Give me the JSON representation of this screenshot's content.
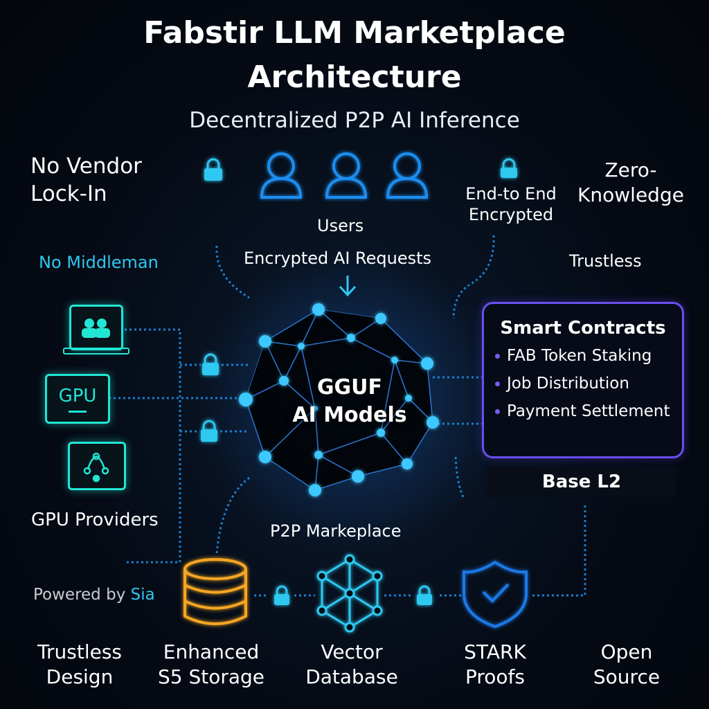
{
  "title_line1": "Fabstir LLM Marketplace",
  "title_line2": "Architecture",
  "subtitle": "Decentralized P2P AI Inference",
  "features": {
    "no_vendor_lockin_1": "No Vendor",
    "no_vendor_lockin_2": "Lock-In",
    "no_middleman": "No Middleman",
    "e2e_1": "End-to End",
    "e2e_2": "Encrypted",
    "zk_1": "Zero-",
    "zk_2": "Knowledge",
    "trustless": "Trustless"
  },
  "users": {
    "label": "Users",
    "requests": "Encrypted AI Requests"
  },
  "providers": {
    "gpu_label": "GPU",
    "label": "GPU Providers"
  },
  "core": {
    "line1": "GGUF",
    "line2": "AI Models",
    "marketplace": "P2P Markeplace"
  },
  "smart_contracts": {
    "title": "Smart Contracts",
    "items": [
      "FAB Token Staking",
      "Job Distribution",
      "Payment Settlement"
    ],
    "chain": "Base L2"
  },
  "powered_by": {
    "prefix": "Powered by ",
    "brand": "Sia"
  },
  "bottom": {
    "trustless_1": "Trustless",
    "trustless_2": "Design",
    "storage_1": "Enhanced",
    "storage_2": "S5 Storage",
    "vector_1": "Vector",
    "vector_2": "Database",
    "stark_1": "STARK",
    "stark_2": "Proofs",
    "open_1": "Open",
    "open_2": "Source"
  },
  "colors": {
    "cyan": "#2ec8f0",
    "teal": "#22e6d4",
    "purple": "#6a4ff0",
    "blue": "#1e78e6",
    "orange": "#f5a623"
  }
}
